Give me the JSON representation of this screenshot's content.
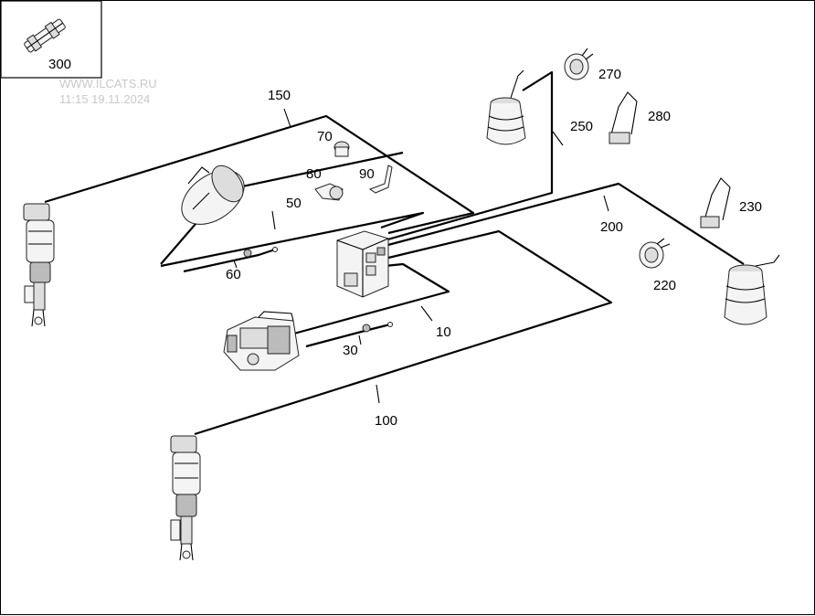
{
  "watermark": {
    "site": "WWW.ILCATS.RU",
    "timestamp": "11:15 19.11.2024"
  },
  "callouts": {
    "p10": "10",
    "p30": "30",
    "p50": "50",
    "p60": "60",
    "p70": "70",
    "p80": "80",
    "p90": "90",
    "p100": "100",
    "p150": "150",
    "p200": "200",
    "p220": "220",
    "p230": "230",
    "p250": "250",
    "p270": "270",
    "p280": "280",
    "p300": "300"
  }
}
